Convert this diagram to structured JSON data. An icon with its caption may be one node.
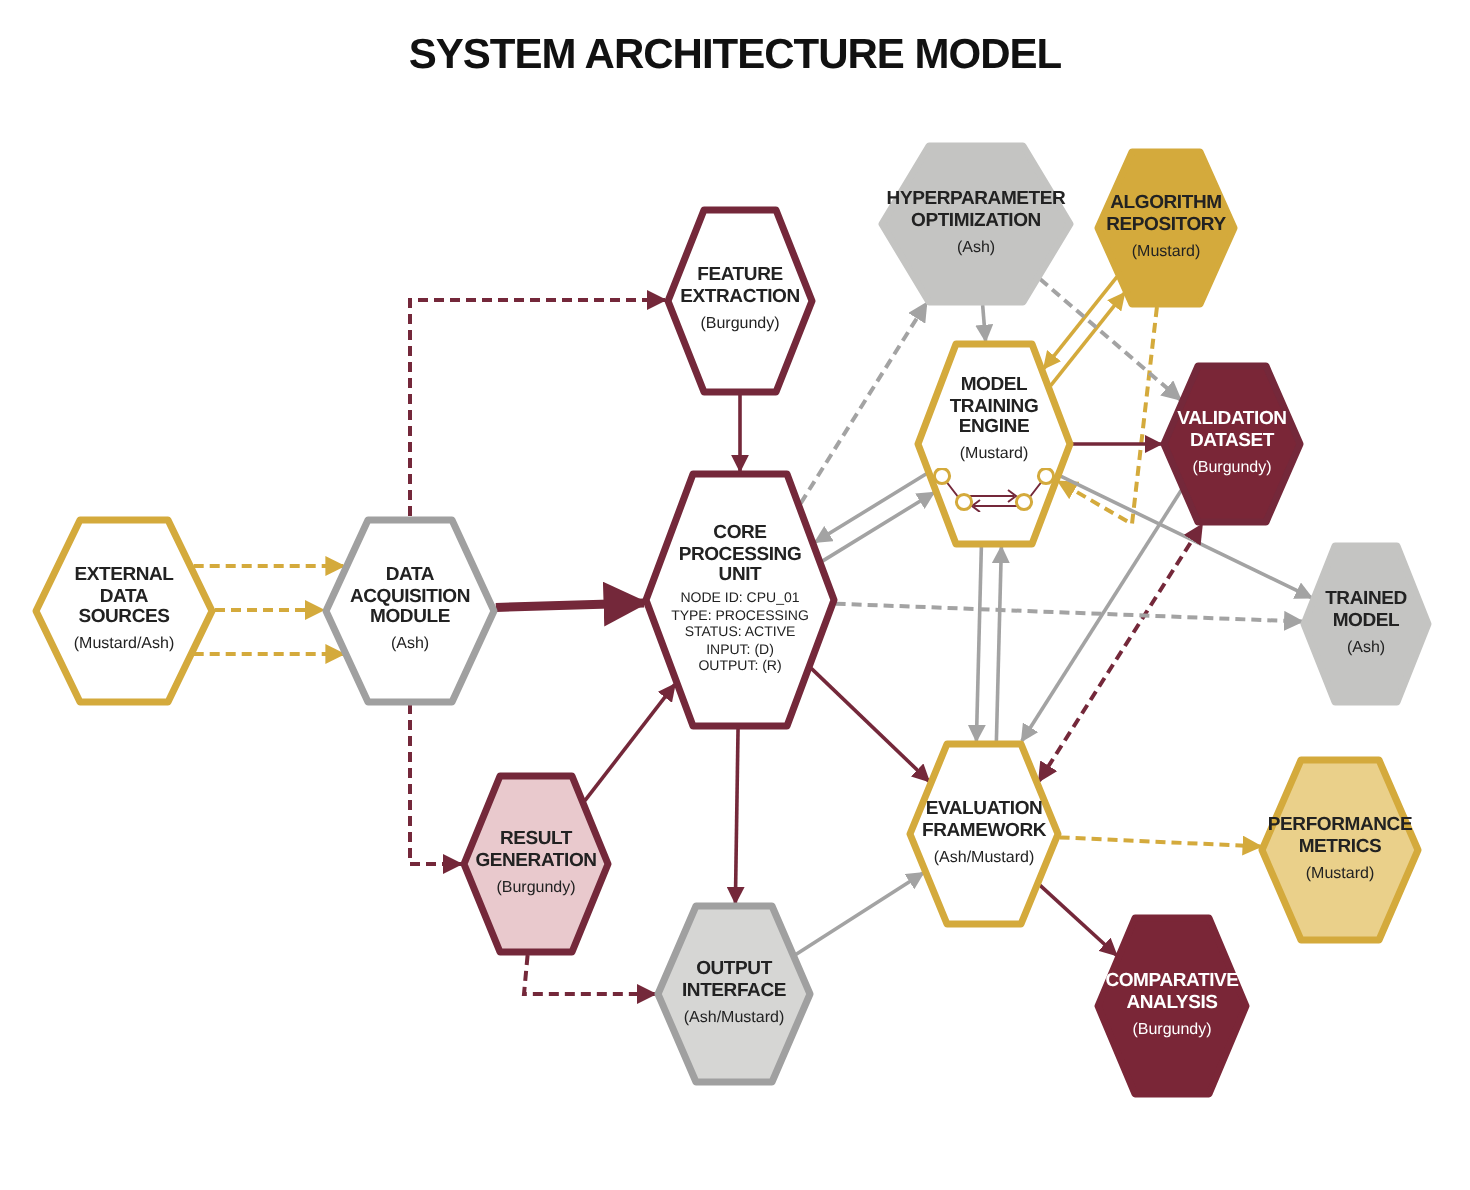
{
  "diagram": {
    "title": "SYSTEM ARCHITECTURE MODEL",
    "nodes": [
      {
        "text": [
          "EXTERNAL DATA SOURCES",
          "(Mustard/Ash)"
        ]
      },
      {
        "text": [
          "DATA ACQUISITION MODULE",
          "(Ash)"
        ]
      },
      {
        "text": [
          "FEATURE EXTRACTION",
          "(Burgundy)"
        ]
      },
      {
        "text": [
          "CORE PROCESSING UNIT",
          "NODE ID: CPU_01",
          "TYPE: PROCESSING",
          "STATUS: ACTIVE",
          "INPUT: (D)",
          "OUTPUT: (R)"
        ]
      },
      {
        "text": [
          "RESULT GENERATION",
          "(Burgundy)"
        ]
      },
      {
        "text": [
          "OUTPUT INTERFACE",
          "(Ash/Mustard)"
        ]
      },
      {
        "text": [
          "HYPERPARAMETER OPTIMIZATION",
          "(Ash)"
        ]
      },
      {
        "text": [
          "ALGORITHM REPOSITORY",
          "(Mustard)"
        ]
      },
      {
        "text": [
          "MODEL TRAINING ENGINE",
          "(Mustard)"
        ]
      },
      {
        "text": [
          "VALIDATION DATASET",
          "(Burgundy)"
        ]
      },
      {
        "text": [
          "TRAINED MODEL",
          "(Ash)"
        ]
      },
      {
        "text": [
          "EVALUATION FRAMEWORK",
          "(Ash/Mustard)"
        ]
      },
      {
        "text": [
          "PERFORMANCE METRICS",
          "(Mustard)"
        ]
      },
      {
        "text": [
          "COMPARATIVE ANALYSIS",
          "(Burgundy)"
        ]
      }
    ],
    "edges": [
      {
        "from": 0,
        "to": 1,
        "arrow": "to",
        "style": "dashed",
        "color": "#d4aa3c"
      },
      {
        "from": 0,
        "to": 1,
        "arrow": "to",
        "style": "dashed",
        "color": "#d4aa3c"
      },
      {
        "from": 0,
        "to": 1,
        "arrow": "to",
        "style": "dashed",
        "color": "#d4aa3c"
      },
      {
        "from": 1,
        "to": 3,
        "arrow": "to",
        "style": "thick"
      },
      {
        "from": 1,
        "to": 2,
        "arrow": "to",
        "style": "dashed"
      },
      {
        "from": 1,
        "to": 4,
        "arrow": "to",
        "style": "dashed"
      },
      {
        "from": 2,
        "to": 3,
        "arrow": "to"
      },
      {
        "from": 4,
        "to": 3,
        "arrow": "to"
      },
      {
        "from": 3,
        "to": 5,
        "arrow": "to"
      },
      {
        "from": 3,
        "to": 11,
        "arrow": "to"
      },
      {
        "from": 4,
        "to": 5,
        "arrow": "to",
        "style": "dashed"
      },
      {
        "from": 5,
        "to": 11,
        "arrow": "to",
        "color": "#a3a3a3"
      },
      {
        "from": 6,
        "to": 8,
        "arrow": "to",
        "color": "#a3a3a3"
      },
      {
        "from": 3,
        "to": 8,
        "arrow": "to",
        "color": "#a3a3a3"
      },
      {
        "from": 8,
        "to": 3,
        "arrow": "to",
        "color": "#a3a3a3"
      },
      {
        "from": 7,
        "to": 8,
        "arrow": "to",
        "color": "#d4aa3c"
      },
      {
        "from": 8,
        "to": 7,
        "arrow": "to",
        "color": "#d4aa3c"
      },
      {
        "from": 7,
        "to": 8,
        "arrow": "to",
        "style": "dashed",
        "color": "#d4aa3c"
      },
      {
        "from": 8,
        "to": 9,
        "arrow": "to"
      },
      {
        "from": 8,
        "to": 10,
        "arrow": "to",
        "color": "#a3a3a3"
      },
      {
        "from": 6,
        "to": 9,
        "arrow": "to",
        "style": "dashed",
        "color": "#a3a3a3"
      },
      {
        "from": 3,
        "to": 6,
        "arrow": "to",
        "style": "dashed",
        "color": "#a3a3a3"
      },
      {
        "from": 11,
        "to": 8,
        "arrow": "to",
        "color": "#a3a3a3"
      },
      {
        "from": 8,
        "to": 11,
        "arrow": "to",
        "color": "#a3a3a3"
      },
      {
        "from": 11,
        "to": 9,
        "arrow": "both",
        "style": "dashed"
      },
      {
        "from": 9,
        "to": 11,
        "arrow": "to",
        "color": "#a3a3a3"
      },
      {
        "from": 3,
        "to": 10,
        "arrow": "to",
        "style": "dashed",
        "color": "#a3a3a3"
      },
      {
        "from": 11,
        "to": 12,
        "arrow": "to",
        "style": "dashed",
        "color": "#d4aa3c"
      },
      {
        "from": 11,
        "to": 13,
        "arrow": "to"
      }
    ]
  }
}
